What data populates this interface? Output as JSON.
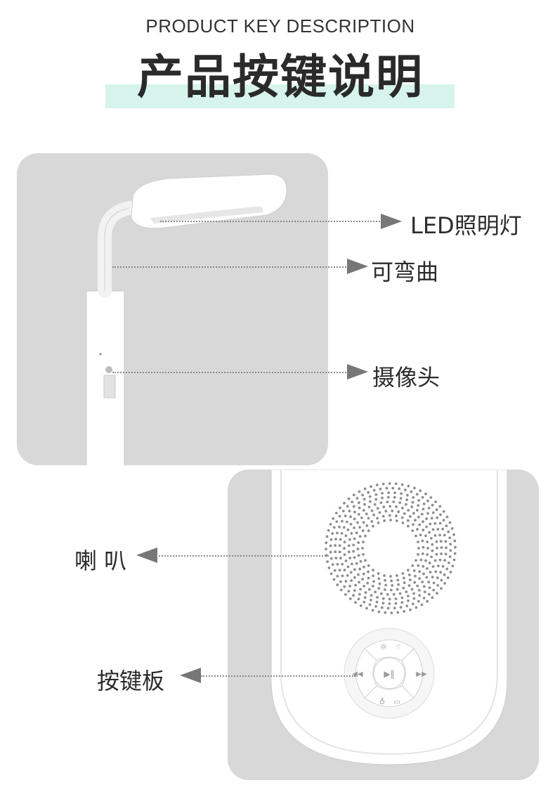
{
  "header": {
    "subtitle": "PRODUCT KEY DESCRIPTION",
    "title": "产品按键说明",
    "band_color": "#d6f3ec"
  },
  "top_section": {
    "labels": {
      "led": "LED照明灯",
      "bendable": "可弯曲",
      "camera": "摄像头"
    }
  },
  "bottom_section": {
    "labels": {
      "speaker": "喇 叭",
      "keypad": "按键板"
    }
  },
  "icons": [
    "sun-icon",
    "wifi-icon",
    "previous-icon",
    "play-pause-icon",
    "next-icon",
    "microphone-icon",
    "car-icon"
  ],
  "colors": {
    "panel": "#d8d8d8",
    "arrow": "#777777",
    "device": "#ffffff"
  }
}
